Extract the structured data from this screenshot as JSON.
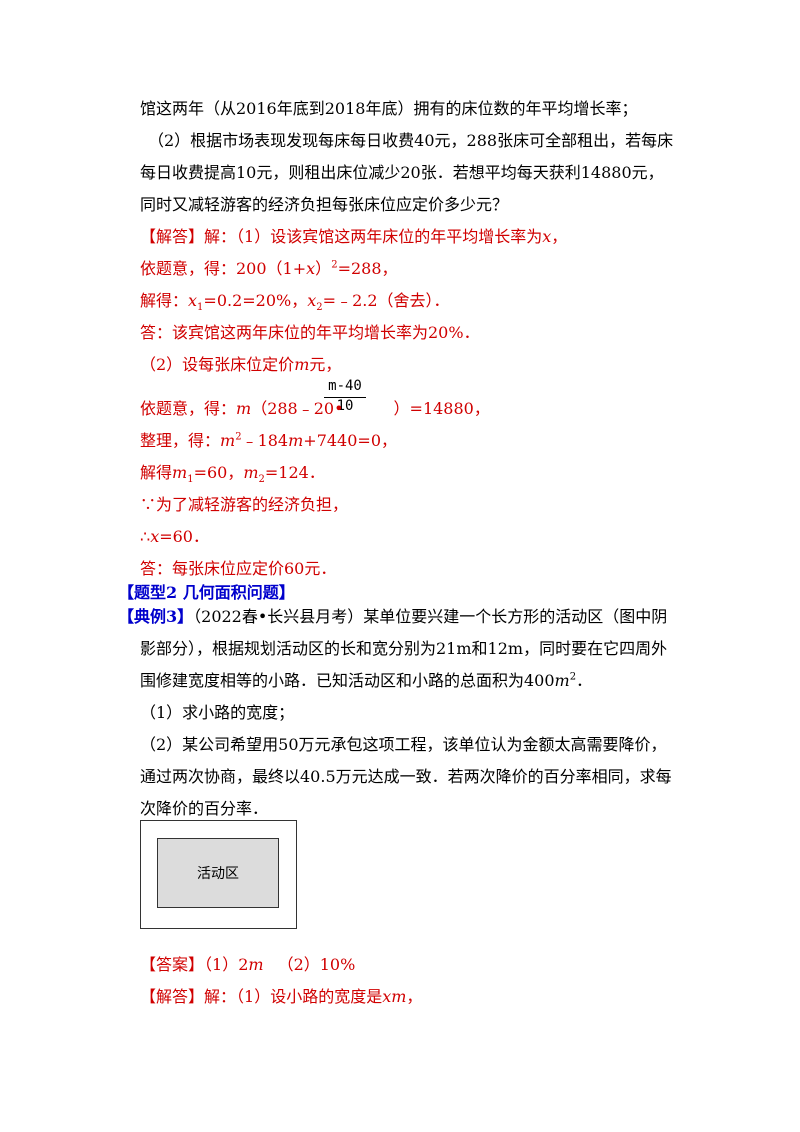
{
  "lines": {
    "l1": "馆这两年（从2016年底到2018年底）拥有的床位数的年平均增长率；",
    "l2": "（2）根据市场表现发现每床每日收费40元，288张床可全部租出，若每床",
    "l3": "每日收费提高10元，则租出床位减少20张．若想平均每天获利14880元，",
    "l4": "同时又减轻游客的经济负担每张床位应定价多少元？",
    "l5a": "【解答】",
    "l5b": "解：（1）设该宾馆这两年床位的年平均增长率为",
    "l5c": "x",
    "l5d": "，",
    "l6a": "依题意，得：200（1+",
    "l6b": "x",
    "l6c": "）",
    "l6d": "2",
    "l6e": "=288，",
    "l7a": "解得：",
    "l7b": "x",
    "l7c": "1",
    "l7d": "=0.2=20%，",
    "l7e": "x",
    "l7f": "2",
    "l7g": "=﹣2.2（舍去）．",
    "l8": "答：该宾馆这两年床位的年平均增长率为20%．",
    "l9a": "（2）设每张床位定价",
    "l9b": "m",
    "l9c": "元，",
    "l10a": "依题意，得：",
    "l10b": "m",
    "l10c": "（288﹣20•",
    "l10d": "）=14880，",
    "frac_num": "m-40",
    "frac_den": "10",
    "l11a": "整理，得：",
    "l11b": "m",
    "l11c": "2",
    "l11d": "﹣184",
    "l11e": "m",
    "l11f": "+7440=0，",
    "l12a": "解得",
    "l12b": "m",
    "l12c": "1",
    "l12d": "=60，",
    "l12e": "m",
    "l12f": "2",
    "l12g": "=124．",
    "l13": "∵为了减轻游客的经济负担，",
    "l14a": "∴",
    "l14b": "x",
    "l14c": "=60．",
    "l15": "答：每张床位应定价60元．",
    "l16": "【题型2  几何面积问题】",
    "l17a": "【典例3】",
    "l17b": "（2022春•长兴县月考）某单位要兴建一个长方形的活动区（图中阴",
    "l18": "影部分），根据规划活动区的长和宽分别为21m和12m，同时要在它四周外",
    "l19a": "围修建宽度相等的小路．已知活动区和小路的总面积为400",
    "l19b": "m",
    "l19c": "2",
    "l19d": "．",
    "l20": "（1）求小路的宽度；",
    "l21": "（2）某公司希望用50万元承包这项工程，该单位认为金额太高需要降价，",
    "l22": "通过两次协商，最终以40.5万元达成一致．若两次降价的百分率相同，求每",
    "l23": "次降价的百分率．",
    "figure_label": "活动区",
    "l24a": "【答案】",
    "l24b": "（1）2",
    "l24c": "m",
    "l24d": "（2）10%",
    "l25a": "【解答】",
    "l25b": "解：（1）设小路的宽度是",
    "l25c": "xm",
    "l25d": "，"
  }
}
